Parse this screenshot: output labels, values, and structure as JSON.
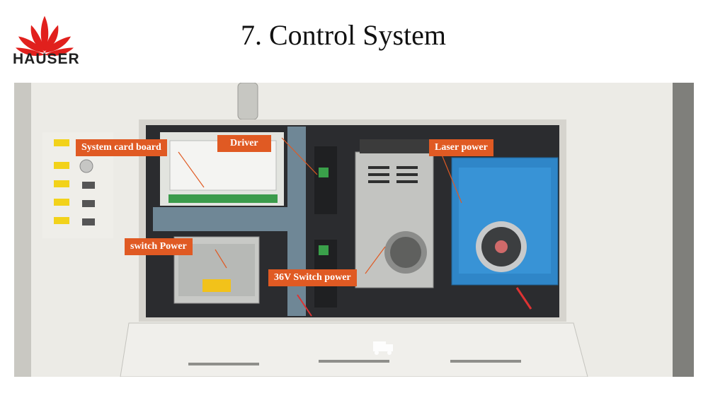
{
  "logo": {
    "name": "HAUSER",
    "icon": "lotus-logo-icon",
    "color": "#e1201d"
  },
  "slide": {
    "title": "7. Control System"
  },
  "callouts": {
    "system_card_board": "System card board",
    "driver": "Driver",
    "laser_power": "Laser power",
    "switch_power": "switch Power",
    "switch_power_36v": "36V Switch power"
  },
  "colors": {
    "callout_bg": "#e05a23",
    "laser_unit": "#2f86c8",
    "panel_frame": "#ecebe6"
  }
}
